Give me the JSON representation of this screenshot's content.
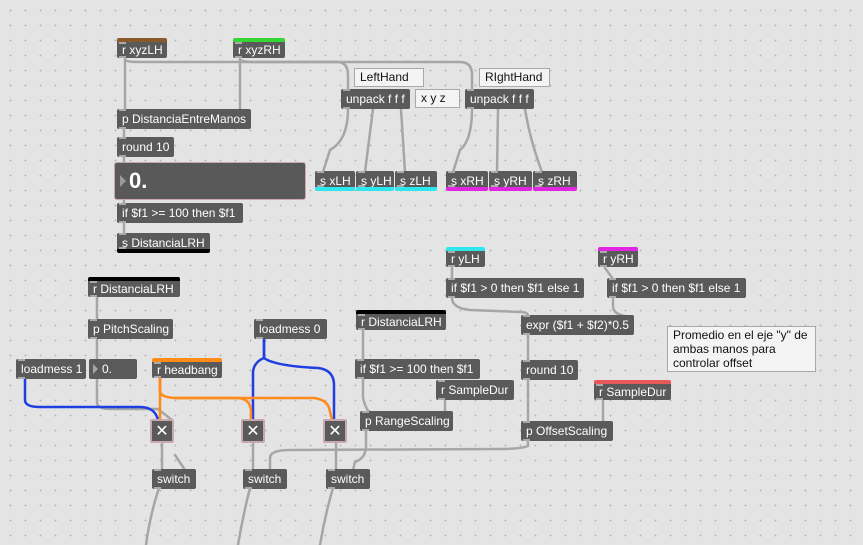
{
  "patch": {
    "receivers": {
      "xyzLH": "r xyzLH",
      "xyzRH": "r xyzRH",
      "yLH": "r yLH",
      "yRH": "r yRH",
      "distancia1": "r DistanciaLRH",
      "distancia2": "r DistanciaLRH",
      "headbang": "r headbang",
      "sampledur1": "r SampleDur",
      "sampledur2": "r SampleDur"
    },
    "objects": {
      "p_distancia": "p DistanciaEntreManos",
      "round10_top": "round 10",
      "if_top": "if $f1 >= 100 then $f1",
      "s_distancia": "s DistanciaLRH",
      "unpack_lh": "unpack f f f",
      "unpack_rh": "unpack f f f",
      "s_xlh": "s xLH",
      "s_ylh": "s yLH",
      "s_zlh": "s zLH",
      "s_xrh": "s xRH",
      "s_yrh": "s yRH",
      "s_zrh": "s zRH",
      "if_ylh": "if $f1 > 0 then $f1 else 1",
      "if_yrh": "if $f1 > 0 then $f1 else 1",
      "expr": "expr ($f1 + $f2)*0.5",
      "round10_right": "round 10",
      "p_offset": "p OffsetScaling",
      "p_pitch": "p PitchScaling",
      "loadmess1": "loadmess 1",
      "loadmess0": "loadmess 0",
      "if_mid": "if $f1 >= 100 then $f1",
      "p_range": "p RangeScaling",
      "switch1": "switch",
      "switch2": "switch",
      "switch3": "switch"
    },
    "numbers": {
      "big": "0.",
      "small": "0."
    },
    "gates": {
      "symbol": "✕"
    },
    "comments": {
      "lefthand": "LeftHand",
      "righthand": "RIghtHand",
      "xyz": "x  y  z",
      "promedio": "Promedio en el eje \"y\" de ambas manos para controlar offset"
    },
    "colors": {
      "canvas": "#e4e4e4",
      "object": "#5a5a5a",
      "cord": "#a6a6a6",
      "cord_blue": "#1f3fe0",
      "cord_orange": "#ff8a1c",
      "send_lh": "#2de6ee",
      "send_rh": "#e126e1",
      "recv_green": "#33d633",
      "recv_brown": "#8b5a2b",
      "recv_orange": "#ff8a1c",
      "recv_red": "#e85a5a"
    }
  }
}
